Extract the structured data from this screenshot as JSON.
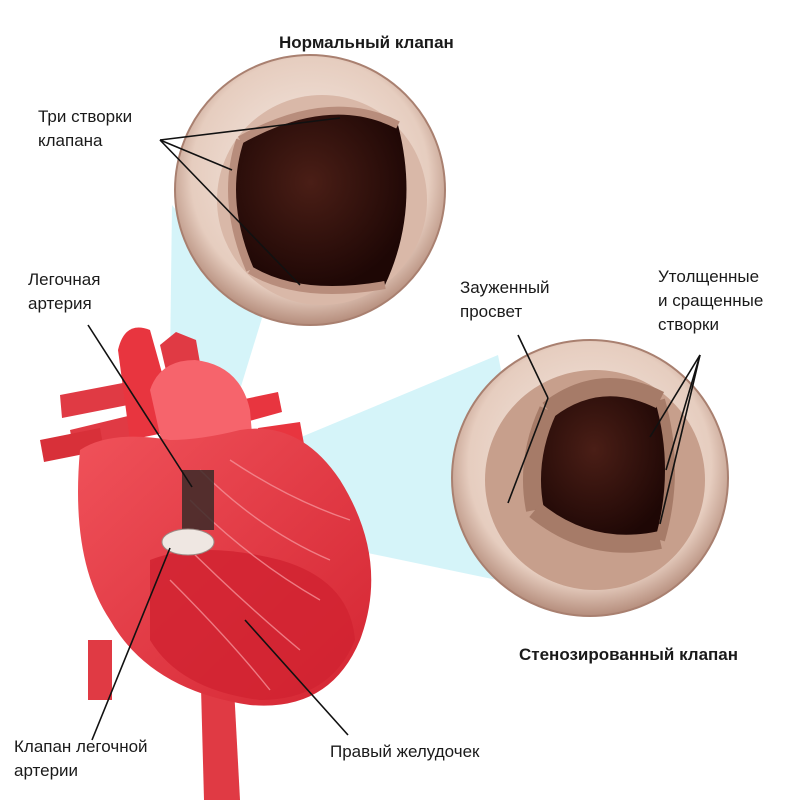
{
  "titles": {
    "normal": "Нормальный клапан",
    "stenosed": "Стенозированный клапан"
  },
  "labels": {
    "three_leaflets": [
      "Три створки",
      "клапана"
    ],
    "pulmonary_artery": [
      "Легочная",
      "артерия"
    ],
    "narrowed_lumen": [
      "Зауженный",
      "просвет"
    ],
    "thickened_leaflets": [
      "Утолщенные",
      "и сращенные",
      "створки"
    ],
    "pulmonary_valve": [
      "Клапан легочной",
      "артерии"
    ],
    "right_ventricle": "Правый желудочек"
  },
  "colors": {
    "heart_red": "#e8353f",
    "heart_dark": "#c8202b",
    "valve_ring": "#e8d3c7",
    "valve_dark": "#2a0e0a",
    "zoom_beam": "#b9ecf5",
    "text": "#1a1a1a"
  }
}
